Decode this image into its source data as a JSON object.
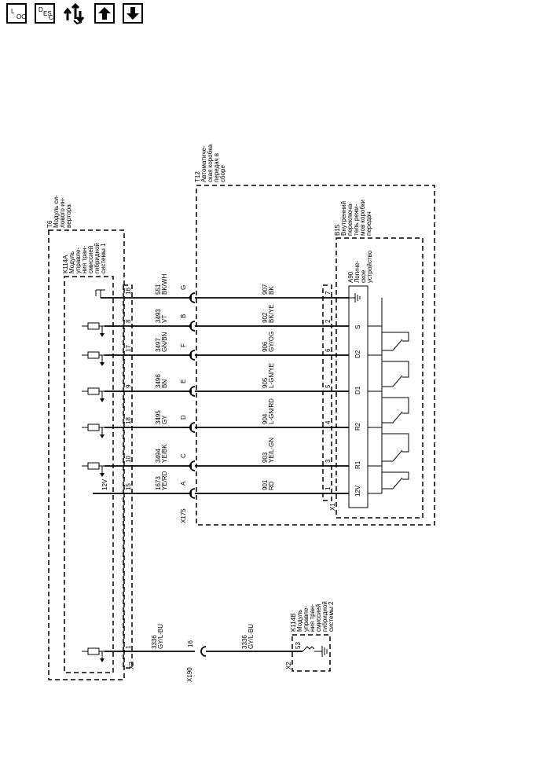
{
  "toolbar": {
    "loc": {
      "main": "L",
      "sub": "OC"
    },
    "desc": {
      "main": "D",
      "sub1": "ES",
      "sub2": "C"
    }
  },
  "components": {
    "t6": {
      "id": "T6",
      "desc": [
        "Модуль си-",
        "лового ин-",
        "вертора"
      ]
    },
    "k114a": {
      "id": "K114A",
      "desc": [
        "Модуль",
        "управле-",
        "ния тран-",
        "смиссией",
        "гибридной",
        "системы 1"
      ]
    },
    "t12": {
      "id": "T12",
      "desc": [
        "Автоматиче-",
        "ская коробка",
        "передач в",
        "сборе"
      ]
    },
    "b15": {
      "id": "B15",
      "desc": [
        "Внутренний",
        "переключа-",
        "тель режи-",
        "мов коробки",
        "передач"
      ]
    },
    "a90": {
      "id": "A90",
      "desc": [
        "Логиче-",
        "ское",
        "устройство"
      ]
    },
    "k114b": {
      "id": "K114B",
      "desc": [
        "Модуль",
        "управле-",
        "ния тран-",
        "смиссией",
        "гибридной",
        "системы 2"
      ]
    }
  },
  "connectors": {
    "x175": "X175",
    "x1": "X1",
    "x2_left": "X2",
    "x190": "X190",
    "x2_right": "X2"
  },
  "rows": [
    {
      "k_pin": "16",
      "circuit_left": "551",
      "color_left": "BK/WH",
      "x175_pin": "G",
      "circuit_right": "907",
      "color_right": "BK",
      "x1_pin": "7",
      "a90_label": "",
      "type": "ground"
    },
    {
      "k_pin": "8",
      "circuit_left": "3493",
      "color_left": "VT",
      "x175_pin": "B",
      "circuit_right": "902",
      "color_right": "BK/YE",
      "x1_pin": "2",
      "a90_label": "S",
      "type": "sensor"
    },
    {
      "k_pin": "17",
      "circuit_left": "3497",
      "color_left": "GN/BN",
      "x175_pin": "F",
      "circuit_right": "906",
      "color_right": "GY/OG",
      "x1_pin": "6",
      "a90_label": "D2",
      "type": "sensor"
    },
    {
      "k_pin": "9",
      "circuit_left": "3496",
      "color_left": "BN",
      "x175_pin": "E",
      "circuit_right": "905",
      "color_right": "L-GN/YE",
      "x1_pin": "5",
      "a90_label": "D1",
      "type": "sensor"
    },
    {
      "k_pin": "18",
      "circuit_left": "3495",
      "color_left": "GY",
      "x175_pin": "D",
      "circuit_right": "904",
      "color_right": "L-GN/RD",
      "x1_pin": "4",
      "a90_label": "R2",
      "type": "sensor"
    },
    {
      "k_pin": "10",
      "circuit_left": "3494",
      "color_left": "YE/BK",
      "x175_pin": "C",
      "circuit_right": "903",
      "color_right": "YE/L-GN",
      "x1_pin": "3",
      "a90_label": "R1",
      "type": "sensor"
    },
    {
      "k_pin": "15",
      "circuit_left": "1673",
      "color_left": "YE/RD",
      "x175_pin": "A",
      "circuit_right": "901",
      "color_right": "RD",
      "x1_pin": "1",
      "a90_label": "12V",
      "type": "power"
    }
  ],
  "power_label": "12V",
  "bottom": {
    "k_pin": "1",
    "circuit_left": "3336",
    "color_left": "GY/L-BU",
    "x190_pin": "16",
    "circuit_right": "3336",
    "color_right": "GY/L-BU",
    "k114b_pin": "53"
  }
}
